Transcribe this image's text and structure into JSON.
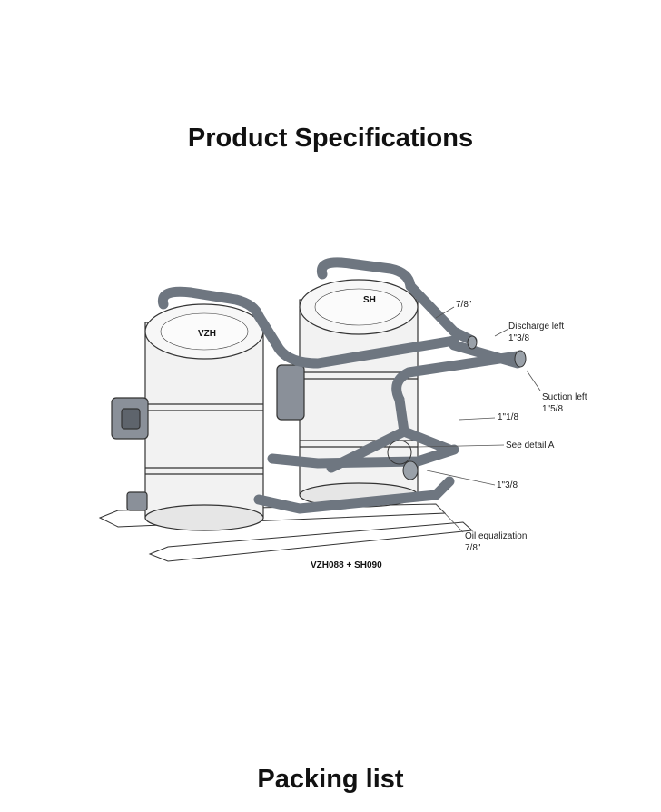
{
  "page": {
    "title": "Product Specifications",
    "footer_title": "Packing list"
  },
  "figure": {
    "tank_left_label": "VZH",
    "tank_right_label": "SH",
    "callouts": {
      "top_pipe": "7/8\"",
      "discharge": "Discharge left",
      "discharge_size": "1\"3/8",
      "suction": "Suction left",
      "suction_size": "1\"5/8",
      "mid_pipe": "1\"1/8",
      "detail": "See detail A",
      "low_pipe": "1\"3/8",
      "oil": "Oil equalization",
      "oil_size": "7/8\""
    },
    "caption": "VZH088 + SH090"
  }
}
